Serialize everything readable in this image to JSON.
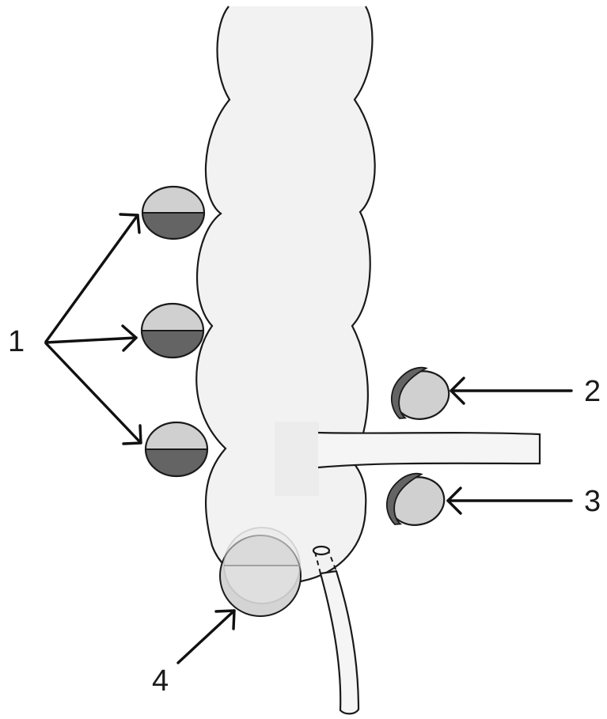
{
  "labels": {
    "l1": "1",
    "l2": "2",
    "l3": "3",
    "l4": "4"
  },
  "colors": {
    "organ_fill": "#f2f2f2",
    "stone_light": "#d0d0d0",
    "stone_dark": "#646464",
    "outline": "#1a1a1a"
  }
}
